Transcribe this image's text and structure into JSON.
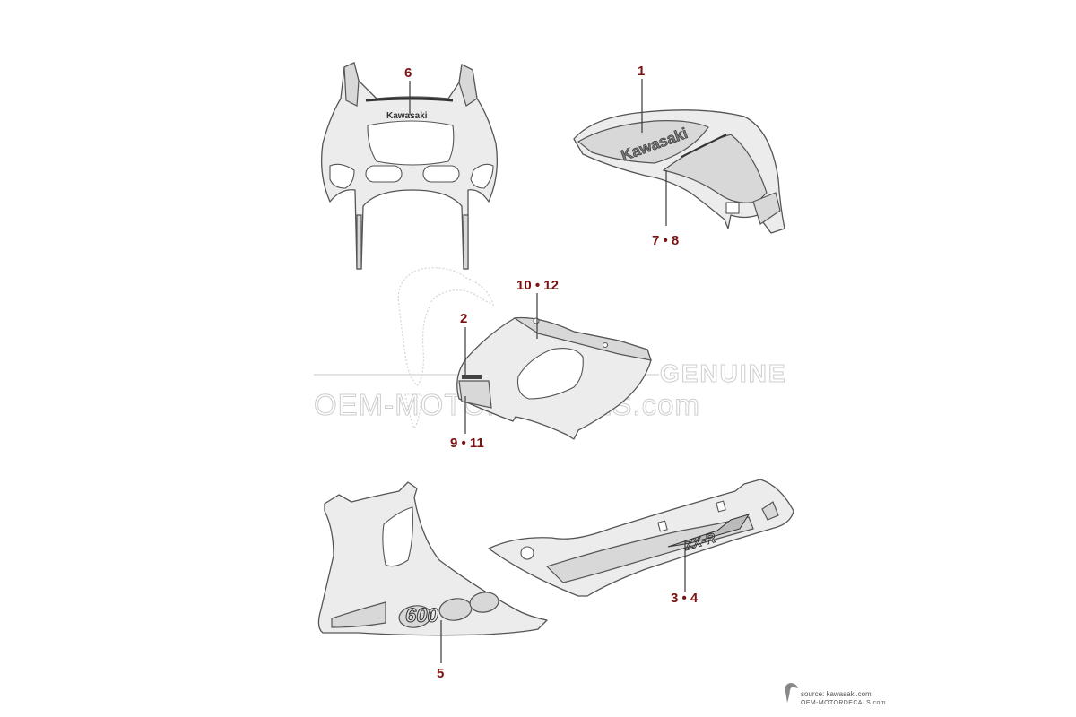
{
  "callouts": {
    "c1": "1",
    "c2": "2",
    "c3_4": "3 • 4",
    "c5": "5",
    "c6": "6",
    "c7_8": "7 • 8",
    "c9_11": "9 • 11",
    "c10_12": "10 • 12"
  },
  "decal_texts": {
    "fairing_brand": "Kawasaki",
    "tank_brand": "Kawasaki",
    "lower_number": "600",
    "tail_model": "ZX-R"
  },
  "watermark": {
    "genuine": "GENUINE",
    "site": "OEM-MOTORDECALS.com"
  },
  "source": {
    "line1": "source: kawasaki.com",
    "line2": "OEM-MOTORDECALS.com"
  },
  "colors": {
    "callout": "#7a1212",
    "line": "#555555",
    "watermark": "#c8c8c8"
  }
}
